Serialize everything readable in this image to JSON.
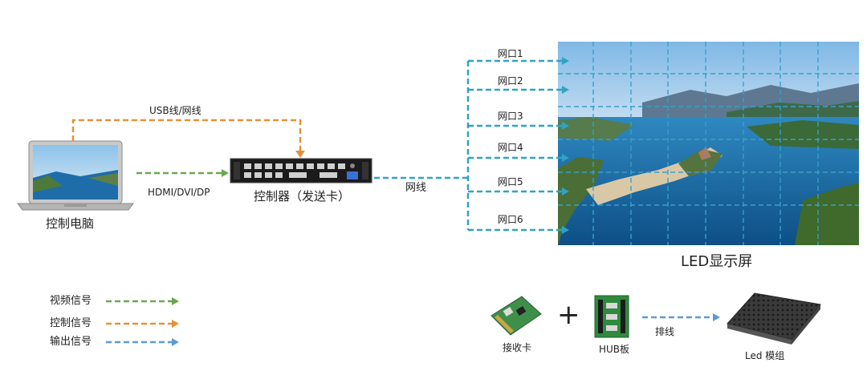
{
  "devices": {
    "computer_label": "控制电脑",
    "controller_label": "控制器（发送卡）",
    "screen_label": "LED显示屏"
  },
  "connections": {
    "usb_label": "USB线/网线",
    "hdmi_label": "HDMI/DVI/DP",
    "network_label": "网线",
    "ports": [
      "网口1",
      "网口2",
      "网口3",
      "网口4",
      "网口5",
      "网口6"
    ]
  },
  "legend": {
    "items": [
      {
        "label": "视频信号",
        "color": "#6aa84f"
      },
      {
        "label": "控制信号",
        "color": "#e69138"
      },
      {
        "label": "输出信号",
        "color": "#5b9bd5"
      }
    ]
  },
  "components": {
    "receiver_card": "接收卡",
    "hub_board": "HUB板",
    "ribbon_cable": "排线",
    "led_module": "Led 模组"
  },
  "colors": {
    "video": "#6aa84f",
    "control": "#e69138",
    "output": "#5b9bd5",
    "output_dark": "#2fa3c4"
  },
  "icons": {
    "computer": "laptop-icon",
    "controller": "controller-device-icon",
    "receiver": "receiver-card-icon",
    "hub": "hub-board-icon",
    "module": "led-module-icon",
    "plus": "plus-icon"
  }
}
